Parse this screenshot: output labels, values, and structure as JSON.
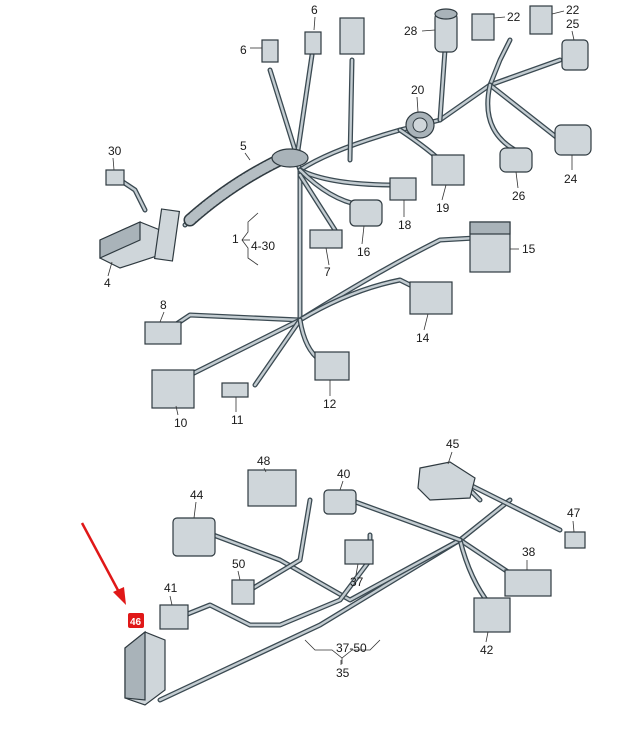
{
  "labels": {
    "l1": "1",
    "l4_30": "4-30",
    "l4": "4",
    "l5": "5",
    "l6a": "6",
    "l6b": "6",
    "l7": "7",
    "l8": "8",
    "l10": "10",
    "l11": "11",
    "l12": "12",
    "l14": "14",
    "l15": "15",
    "l16": "16",
    "l18": "18",
    "l19": "19",
    "l20": "20",
    "l22a": "22",
    "l22b": "22",
    "l24": "24",
    "l25": "25",
    "l26": "26",
    "l28": "28",
    "l30": "30",
    "l35": "35",
    "l37": "37",
    "l37_50": "37-50",
    "l38": "38",
    "l40": "40",
    "l41": "41",
    "l42": "42",
    "l44": "44",
    "l45": "45",
    "l47": "47",
    "l48": "48",
    "l50": "50",
    "l46": "46"
  },
  "colors": {
    "highlight": "#e01818",
    "arrow": "#e01818"
  }
}
